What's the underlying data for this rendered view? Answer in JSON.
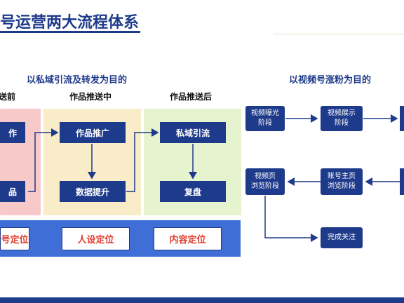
{
  "title": "号运营两大流程体系",
  "left_section": {
    "heading": "以私域引流及转发为目的",
    "stages": [
      {
        "label": "送前",
        "boxes": [
          "作",
          "品"
        ]
      },
      {
        "label": "作品推送中",
        "boxes": [
          "作品推广",
          "数据提升"
        ]
      },
      {
        "label": "作品推送后",
        "boxes": [
          "私域引流",
          "复盘"
        ]
      }
    ],
    "positioning": [
      "号定位",
      "人设定位",
      "内容定位"
    ]
  },
  "right_section": {
    "heading": "以视频号涨粉为目的",
    "boxes": {
      "b1": [
        "视频曝光",
        "阶段"
      ],
      "b2": [
        "视频展示",
        "阶段"
      ],
      "b3": [
        "视频页",
        "浏览阶段"
      ],
      "b4": [
        "账号主页",
        "浏览阶段"
      ],
      "b5": [
        "完成关注"
      ]
    }
  },
  "colors": {
    "brand": "#1e3a8a",
    "pink_panel": "#f7c9c9",
    "yellow_panel": "#f8edc8",
    "green_panel": "#e6f3cf",
    "blue_strip": "#3f6fd6",
    "accent_red": "#e03a2a"
  }
}
